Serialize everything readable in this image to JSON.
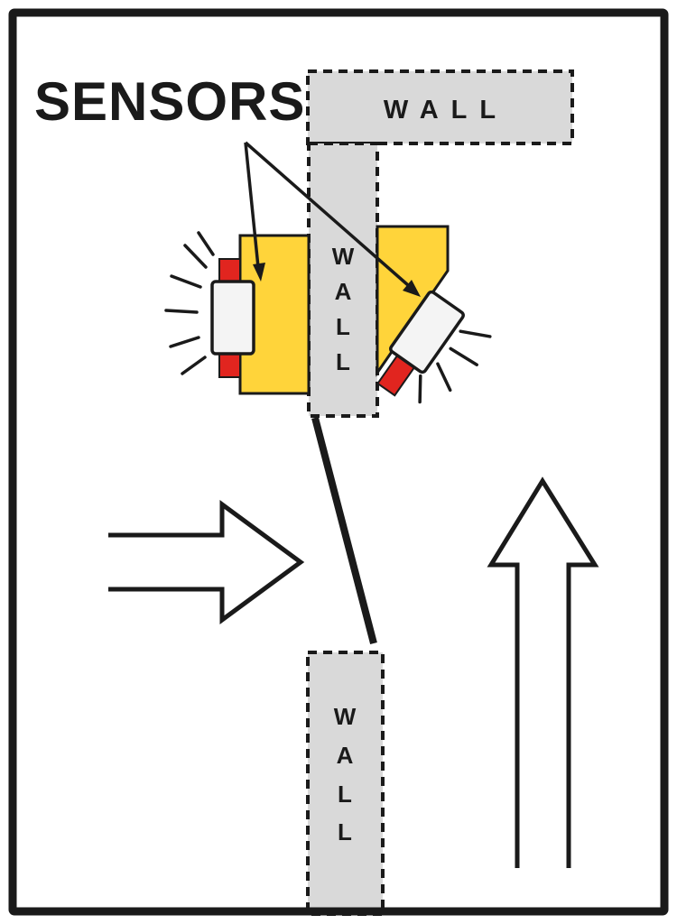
{
  "diagram": {
    "title": "SENSORS",
    "walls": {
      "top": "WALL",
      "middle_letters": [
        "W",
        "A",
        "L",
        "L"
      ],
      "bottom_letters": [
        "W",
        "A",
        "L",
        "L"
      ]
    },
    "colors": {
      "outline": "#1a1a1a",
      "wall_fill": "#d9d9d9",
      "detection_zone": "#ffd43a",
      "sensor_strip": "#e1251f",
      "sensor_housing": "#f4f4f4"
    }
  }
}
